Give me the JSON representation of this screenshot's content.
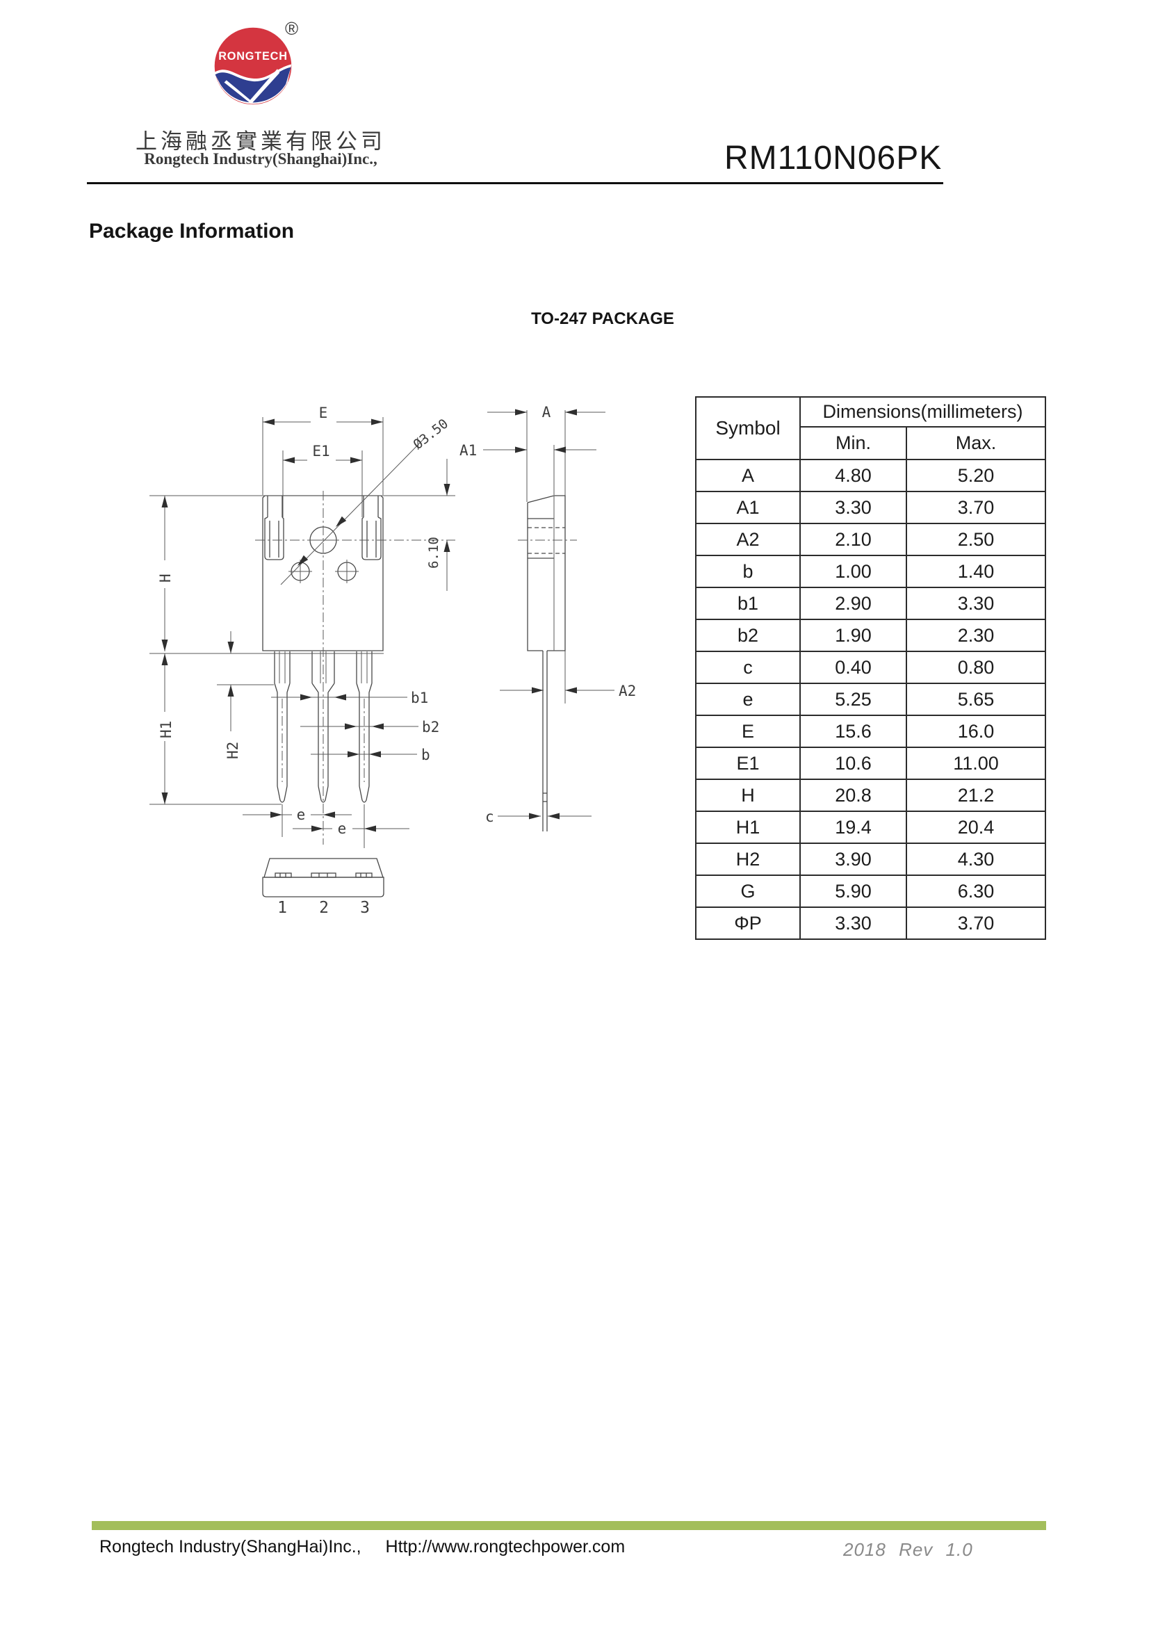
{
  "header": {
    "registered_mark": "®",
    "logo_brand": "RONGTECH",
    "company_cn": "上海融丞實業有限公司",
    "company_en": "Rongtech Industry(Shanghai)Inc.,",
    "part_number": "RM110N06PK"
  },
  "page": {
    "section_title": "Package Information",
    "drawing_title": "TO-247 PACKAGE"
  },
  "colors": {
    "logo_red": "#d43540",
    "logo_blue": "#2e3e90",
    "footer_bar_green": "#a3be5b"
  },
  "drawing": {
    "labels": {
      "E": "E",
      "E1": "E1",
      "diameter": "Ø3.50",
      "v610": "6.10",
      "A": "A",
      "A1": "A1",
      "A2": "A2",
      "c": "c",
      "H": "H",
      "H1": "H1",
      "H2": "H2",
      "b": "b",
      "b1": "b1",
      "b2": "b2",
      "e": "e"
    },
    "pins": [
      "1",
      "2",
      "3"
    ]
  },
  "table": {
    "symbol_header": "Symbol",
    "dimensions_header": "Dimensions(millimeters)",
    "min_header": "Min.",
    "max_header": "Max.",
    "rows": [
      [
        "A",
        "4.80",
        "5.20"
      ],
      [
        "A1",
        "3.30",
        "3.70"
      ],
      [
        "A2",
        "2.10",
        "2.50"
      ],
      [
        "b",
        "1.00",
        "1.40"
      ],
      [
        "b1",
        "2.90",
        "3.30"
      ],
      [
        "b2",
        "1.90",
        "2.30"
      ],
      [
        "c",
        "0.40",
        "0.80"
      ],
      [
        "e",
        "5.25",
        "5.65"
      ],
      [
        "E",
        "15.6",
        "16.0"
      ],
      [
        "E1",
        "10.6",
        "11.00"
      ],
      [
        "H",
        "20.8",
        "21.2"
      ],
      [
        "H1",
        "19.4",
        "20.4"
      ],
      [
        "H2",
        "3.90",
        "4.30"
      ],
      [
        "G",
        "5.90",
        "6.30"
      ],
      [
        "ΦP",
        "3.30",
        "3.70"
      ]
    ]
  },
  "footer": {
    "company": "Rongtech Industry(ShangHai)Inc.,",
    "website": "Http://www.rongtechpower.com",
    "revision": "2018  Rev  1.0"
  }
}
